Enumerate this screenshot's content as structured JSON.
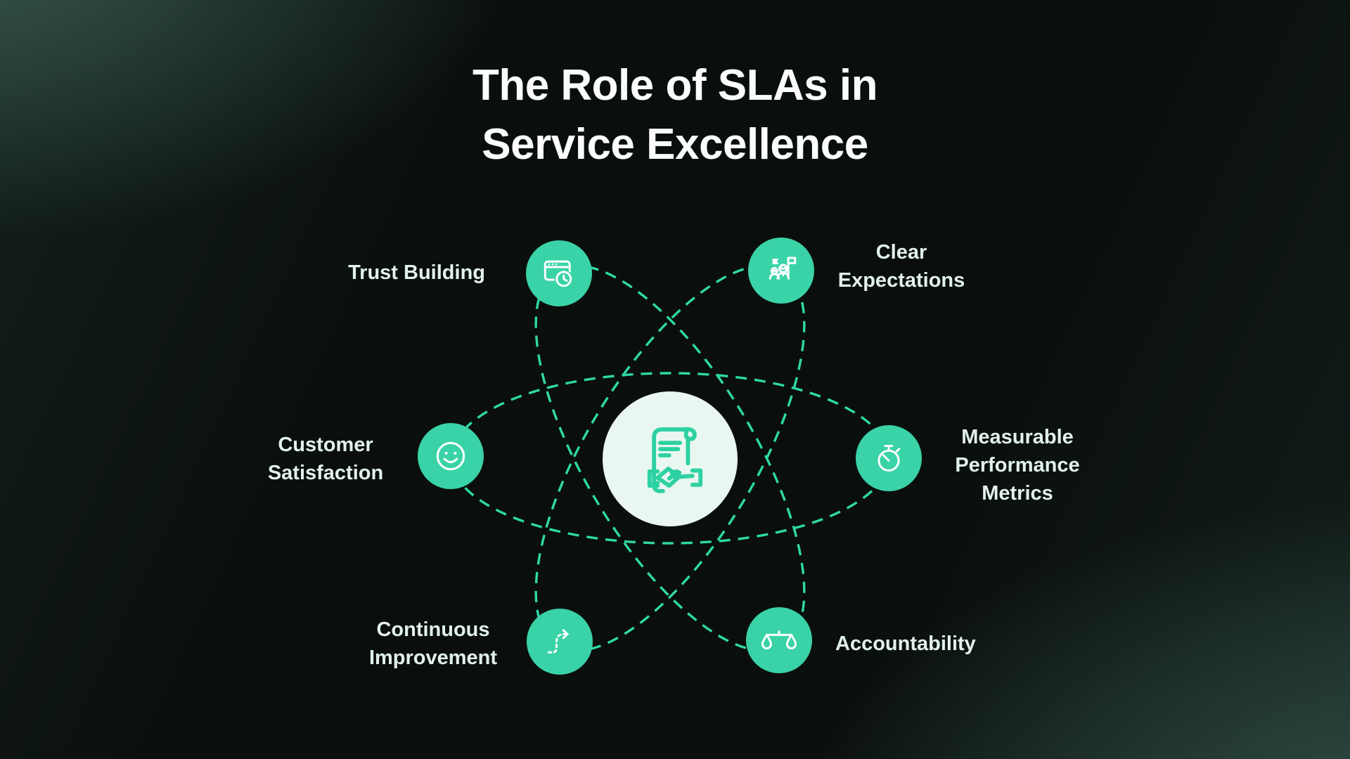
{
  "title": "The Role of SLAs in\nService Excellence",
  "colors": {
    "background": "#0a0f0d",
    "corner_glow": "#2e5249",
    "node_teal": "#3ad3a7",
    "orbit_dash": "#2fd9a5",
    "hub_fill": "#e9f7f0",
    "hub_icon_stroke": "#2ed1a1",
    "label_text": "#e2f2ea",
    "title_text": "#fbfdfc"
  },
  "hub": {
    "icon": "sla-contract-handshake-icon"
  },
  "nodes": [
    {
      "id": "trust-building",
      "label": "Trust Building",
      "icon": "browser-window-clock-icon"
    },
    {
      "id": "clear-expectations",
      "label": "Clear\nExpectations",
      "icon": "team-goal-flag-icon"
    },
    {
      "id": "customer-satisfaction",
      "label": "Customer\nSatisfaction",
      "icon": "smiley-face-icon"
    },
    {
      "id": "measurable-performance-metrics",
      "label": "Measurable\nPerformance\nMetrics",
      "icon": "stopwatch-icon"
    },
    {
      "id": "continuous-improvement",
      "label": "Continuous\nImprovement",
      "icon": "dashed-path-arrow-icon"
    },
    {
      "id": "accountability",
      "label": "Accountability",
      "icon": "balance-scale-icon"
    }
  ]
}
